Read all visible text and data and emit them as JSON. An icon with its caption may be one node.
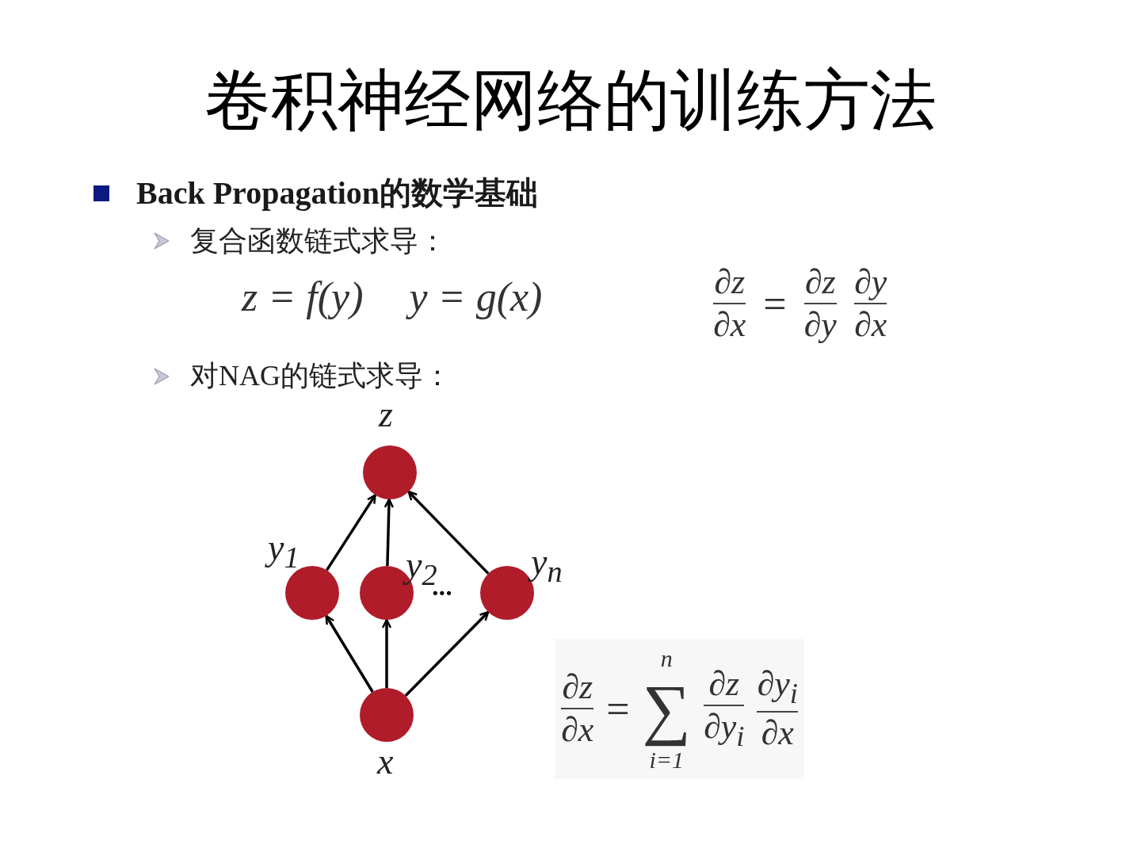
{
  "diagram": {
    "title": "卷积神经网络的训练方法",
    "nodes": [
      {
        "text": [
          "z"
        ]
      },
      {
        "text": [
          "y$_{1}$"
        ]
      },
      {
        "text": [
          "y$_{2}$"
        ]
      },
      {
        "text": [
          "y$_{n}$"
        ]
      },
      {
        "text": [
          "x"
        ]
      }
    ],
    "edges": [
      {
        "from": 1,
        "to": 0,
        "arrow": "to"
      },
      {
        "from": 2,
        "to": 0,
        "arrow": "to"
      },
      {
        "from": 3,
        "to": 0,
        "arrow": "to"
      },
      {
        "from": 4,
        "to": 1,
        "arrow": "to"
      },
      {
        "from": 4,
        "to": 2,
        "arrow": "to"
      },
      {
        "from": 4,
        "to": 3,
        "arrow": "to"
      }
    ],
    "labels": [
      "Back Propagation的数学基础",
      "复合函数链式求导：",
      "z = f(y)",
      "y = g(x)",
      "∂z",
      "∂x",
      "=",
      "∂z",
      "∂y",
      "∂y",
      "∂x",
      "对NAG的链式求导：",
      "•••",
      "∂z",
      "∂x",
      "=",
      "n",
      "∑",
      "i=1",
      "∂z",
      "∂y$_{i}$",
      "∂y$_{i}$",
      "∂x"
    ]
  }
}
